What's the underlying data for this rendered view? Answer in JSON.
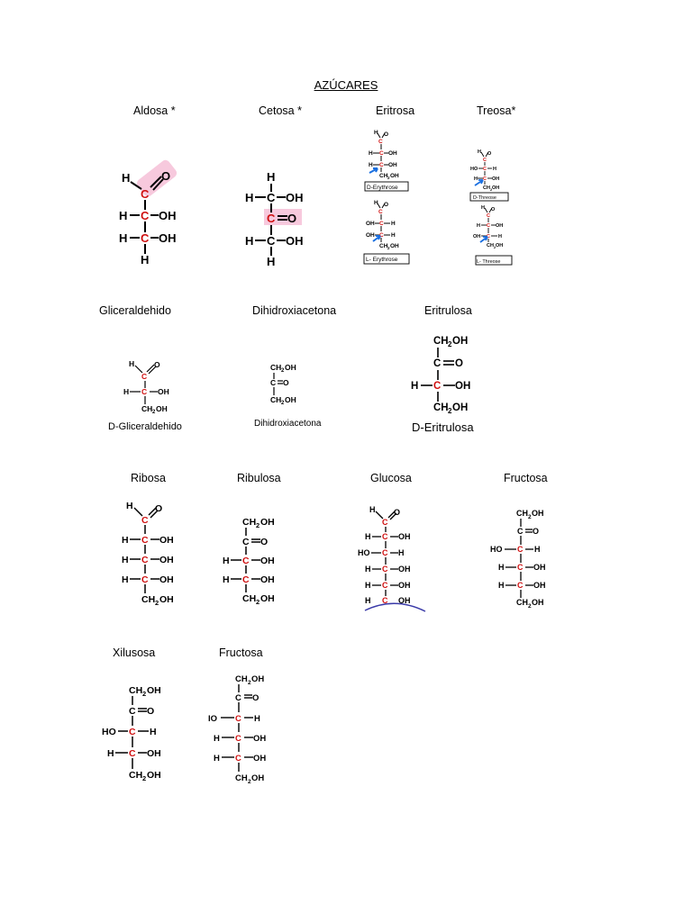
{
  "document": {
    "title": "AZÚCARES",
    "labels": {
      "aldosa": "Aldosa *",
      "cetosa": "Cetosa *",
      "eritrosa": "Eritrosa",
      "treosa": "Treosa*",
      "gliceraldehido": "Gliceraldehido",
      "dihidroxiacetona": "Dihidroxiacetona",
      "eritrulosa": "Eritrulosa",
      "ribosa": "Ribosa",
      "ribulosa": "Ribulosa",
      "glucosa": "Glucosa",
      "fructosa_1": "Fructosa",
      "xilusosa": "Xilusosa",
      "fructosa_2": "Fructosa"
    },
    "captions": {
      "d_erythrose": "D-Erythrose",
      "l_erythrose": "L- Erythrose",
      "d_threose": "D-Threose",
      "l_threose": "L- Threose",
      "d_gliceraldehido": "D-Gliceraldehido",
      "dihidroxiacetona": "Dihidroxiacetona",
      "d_eritrulosa": "D-Eritrulosa"
    }
  },
  "colors": {
    "text": "#000000",
    "chiral_carbon": "#d01010",
    "highlight": "#f7c9dd",
    "arrow": "#1a6fe0",
    "arc": "#3a3aa8"
  },
  "icons": {
    "arrow": "blue-arrow-icon",
    "arc": "purple-arc-icon"
  }
}
